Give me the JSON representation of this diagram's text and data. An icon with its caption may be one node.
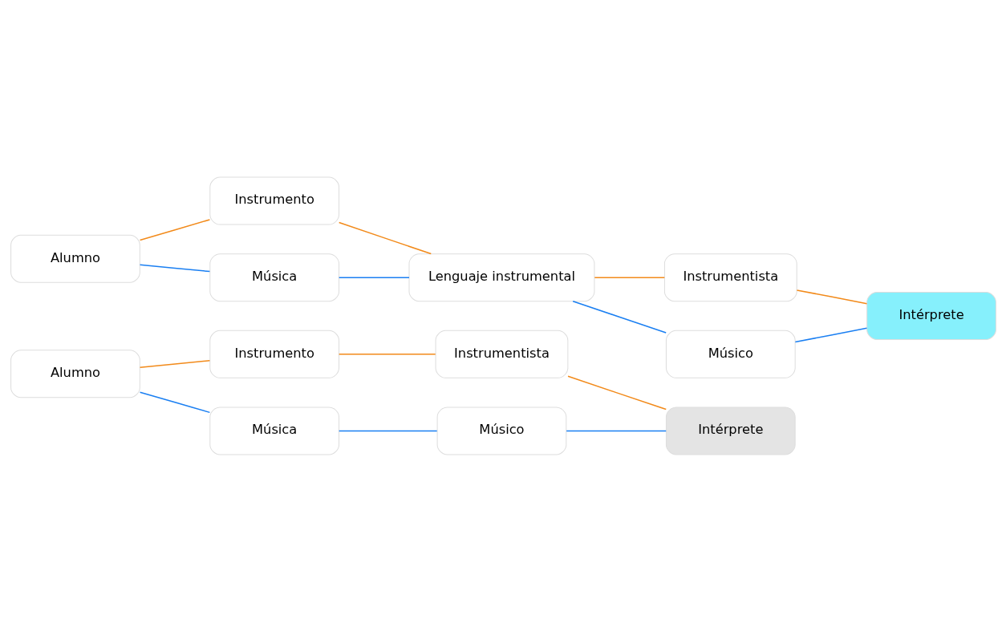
{
  "diagram": {
    "nodes": [
      {
        "text": [
          "Alumno"
        ]
      },
      {
        "text": [
          "Instrumento"
        ]
      },
      {
        "text": [
          "Instrumentista"
        ]
      },
      {
        "text": [
          "Intérprete"
        ]
      },
      {
        "text": [
          "Música"
        ]
      },
      {
        "text": [
          "Músico"
        ]
      },
      {
        "text": [
          "Alumno"
        ]
      },
      {
        "text": [
          "Instrumento"
        ]
      },
      {
        "text": [
          "Instrumentista"
        ]
      },
      {
        "text": [
          "Intérprete"
        ]
      },
      {
        "text": [
          "Lenguaje instrumental"
        ]
      },
      {
        "text": [
          "Música"
        ]
      },
      {
        "text": [
          "Músico"
        ]
      }
    ],
    "edges": [
      {
        "from": 0,
        "to": 1,
        "arrow": "none",
        "color": "#f28a1a"
      },
      {
        "from": 1,
        "to": 2,
        "arrow": "none",
        "color": "#f28a1a"
      },
      {
        "from": 2,
        "to": 3,
        "arrow": "none",
        "color": "#f28a1a"
      },
      {
        "from": 0,
        "to": 4,
        "arrow": "none",
        "color": "#1a7ff2"
      },
      {
        "from": 4,
        "to": 5,
        "arrow": "none",
        "color": "#1a7ff2"
      },
      {
        "from": 5,
        "to": 3,
        "arrow": "none",
        "color": "#1a7ff2"
      },
      {
        "from": 6,
        "to": 7,
        "arrow": "none",
        "color": "#f28a1a"
      },
      {
        "from": 7,
        "to": 10,
        "arrow": "none",
        "color": "#f28a1a"
      },
      {
        "from": 10,
        "to": 8,
        "arrow": "none",
        "color": "#f28a1a"
      },
      {
        "from": 8,
        "to": 9,
        "arrow": "none",
        "color": "#f28a1a"
      },
      {
        "from": 6,
        "to": 11,
        "arrow": "none",
        "color": "#1a7ff2"
      },
      {
        "from": 11,
        "to": 10,
        "arrow": "none",
        "color": "#1a7ff2"
      },
      {
        "from": 10,
        "to": 12,
        "arrow": "none",
        "color": "#1a7ff2"
      },
      {
        "from": 12,
        "to": 9,
        "arrow": "none",
        "color": "#1a7ff2"
      }
    ]
  }
}
